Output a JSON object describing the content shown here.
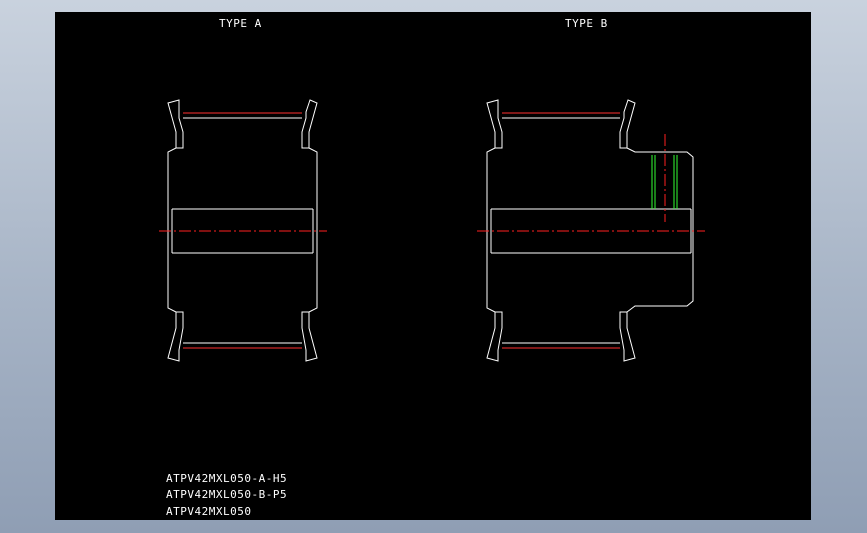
{
  "drawing": {
    "background": "#000000",
    "line_color": "#ffffff",
    "centerline_color": "#ff2020",
    "hole_color": "#33ff33",
    "view_a_title": "TYPE A",
    "view_b_title": "TYPE B",
    "part_numbers": [
      "ATPV42MXL050-A-H5",
      "ATPV42MXL050-B-P5",
      "ATPV42MXL050"
    ]
  }
}
